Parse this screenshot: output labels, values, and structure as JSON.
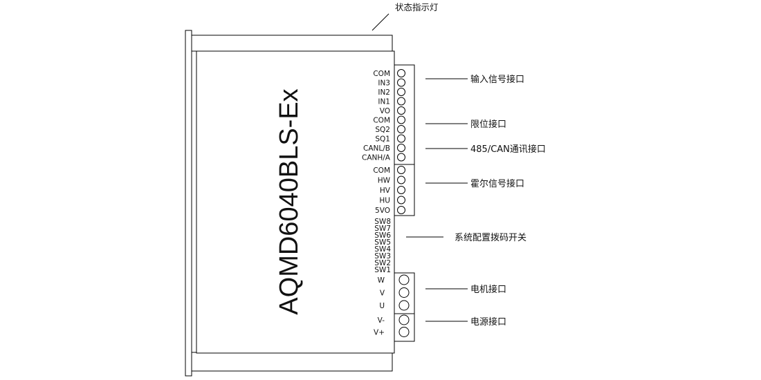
{
  "model": "AQMD6040BLS-Ex",
  "status_led_label": "状态指示灯",
  "pins_upper": [
    "COM",
    "IN3",
    "IN2",
    "IN1",
    "VO",
    "COM",
    "SQ2",
    "SQ1",
    "CANL/B",
    "CANH/A"
  ],
  "pins_hall": [
    "COM",
    "HW",
    "HV",
    "HU",
    "5VO"
  ],
  "dip_switches": [
    "SW8",
    "SW7",
    "SW6",
    "SW5",
    "SW4",
    "SW3",
    "SW2",
    "SW1"
  ],
  "pins_motor": [
    "W",
    "V",
    "U"
  ],
  "pins_power": [
    "V-",
    "V+"
  ],
  "callouts": {
    "input": "输入信号接口",
    "limit": "限位接口",
    "comm": "485/CAN通讯接口",
    "hall": "霍尔信号接口",
    "dip": "系统配置拨码开关",
    "motor": "电机接口",
    "power": "电源接口"
  }
}
